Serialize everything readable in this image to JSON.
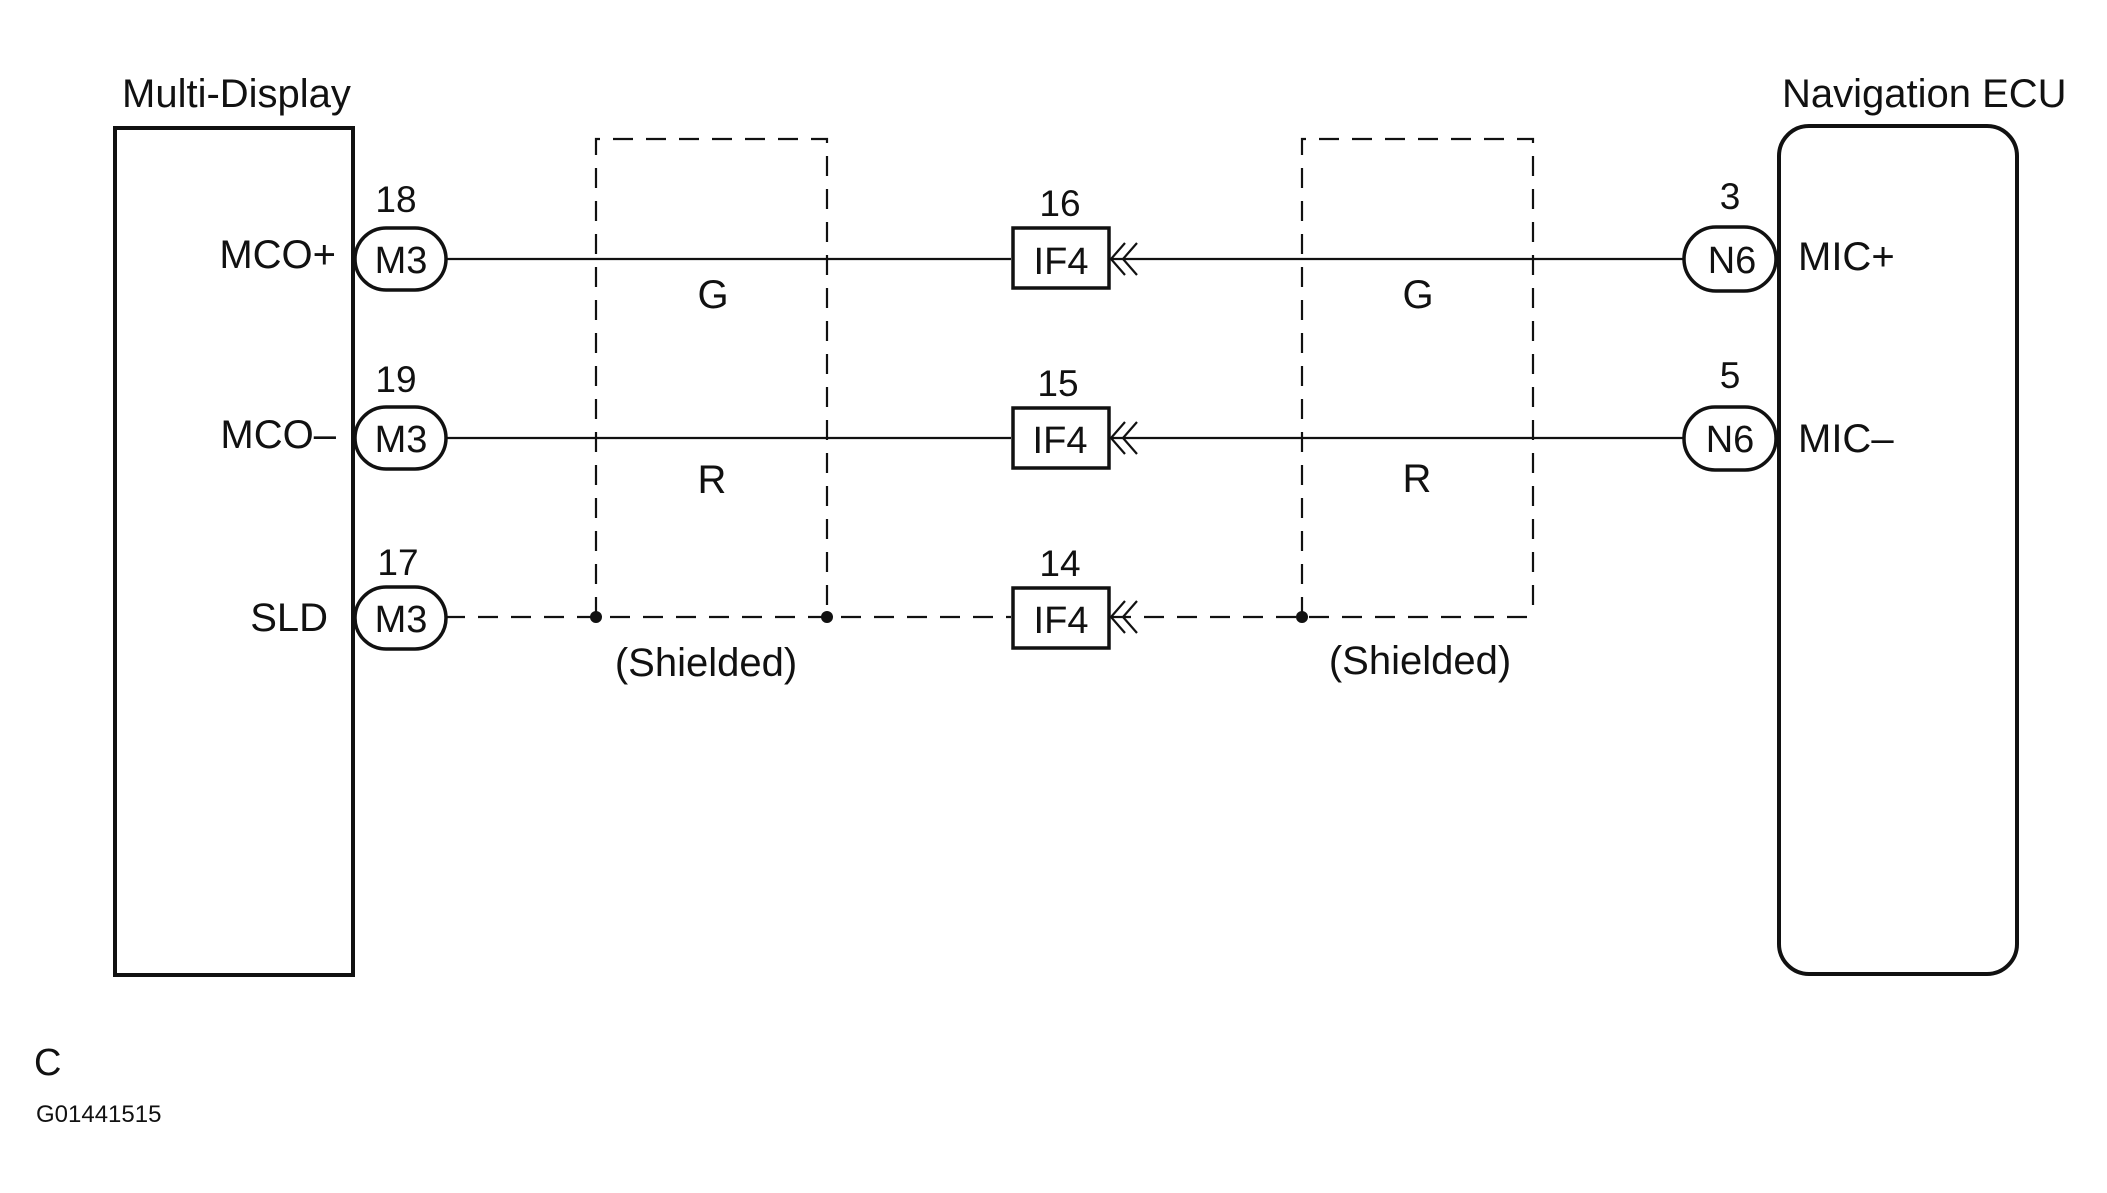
{
  "components": {
    "left": {
      "title": "Multi-Display"
    },
    "right": {
      "title": "Navigation ECU"
    }
  },
  "circuits": [
    {
      "left_terminal": "MCO+",
      "left_pin": "18",
      "left_connector": "M3",
      "junction_connector": "IF4",
      "junction_pin": "16",
      "right_terminal": "MIC+",
      "right_pin": "3",
      "right_connector": "N6",
      "left_wire_color": "G",
      "right_wire_color": "G"
    },
    {
      "left_terminal": "MCO–",
      "left_pin": "19",
      "left_connector": "M3",
      "junction_connector": "IF4",
      "junction_pin": "15",
      "right_terminal": "MIC–",
      "right_pin": "5",
      "right_connector": "N6",
      "left_wire_color": "R",
      "right_wire_color": "R"
    },
    {
      "left_terminal": "SLD",
      "left_pin": "17",
      "left_connector": "M3",
      "junction_connector": "IF4",
      "junction_pin": "14"
    }
  ],
  "shield_labels": {
    "left": "(Shielded)",
    "right": "(Shielded)"
  },
  "footer": {
    "letter": "C",
    "figure_code": "G01441515"
  }
}
